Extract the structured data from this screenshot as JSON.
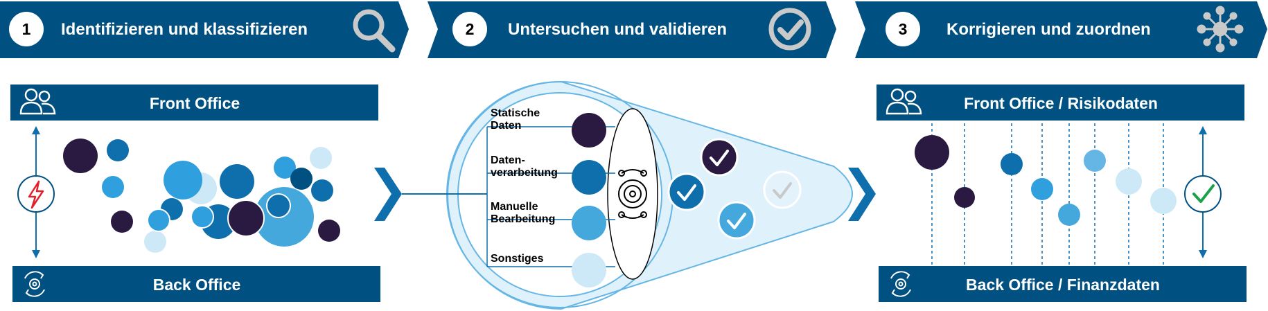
{
  "steps": [
    {
      "number": "1",
      "label": "Identifizieren und klassifizieren",
      "icon": "magnifier-icon"
    },
    {
      "number": "2",
      "label": "Untersuchen und validieren",
      "icon": "check-circle-icon"
    },
    {
      "number": "3",
      "label": "Korrigieren und zuordnen",
      "icon": "network-hub-icon"
    }
  ],
  "left": {
    "top_label": "Front Office",
    "bottom_label": "Back Office",
    "top_icon": "users-icon",
    "bottom_icon": "settings-cycle-icon",
    "center_icon": "lightning-icon"
  },
  "center": {
    "categories": [
      {
        "label": "Statische Daten"
      },
      {
        "label": "Daten-verarbeitung"
      },
      {
        "label": "Manuelle Bearbeitung"
      },
      {
        "label": "Sonstiges"
      }
    ],
    "processor_icon": "gear-processor-icon",
    "check_icon": "check-mark-icon"
  },
  "right": {
    "top_label": "Front Office / Risikodaten",
    "bottom_label": "Back Office / Finanzdaten",
    "top_icon": "users-icon",
    "bottom_icon": "settings-cycle-icon",
    "center_icon": "green-check-icon"
  },
  "colors": {
    "banner": "#005081",
    "dark_purple": "#2a1a42",
    "blue": "#0f6fad",
    "mid_blue": "#2f9fde",
    "light_blue": "#66b6e5",
    "pale_blue": "#cde9f7",
    "funnel_fill": "#dff1fb",
    "green": "#1aa24a",
    "red": "#e0222c"
  }
}
